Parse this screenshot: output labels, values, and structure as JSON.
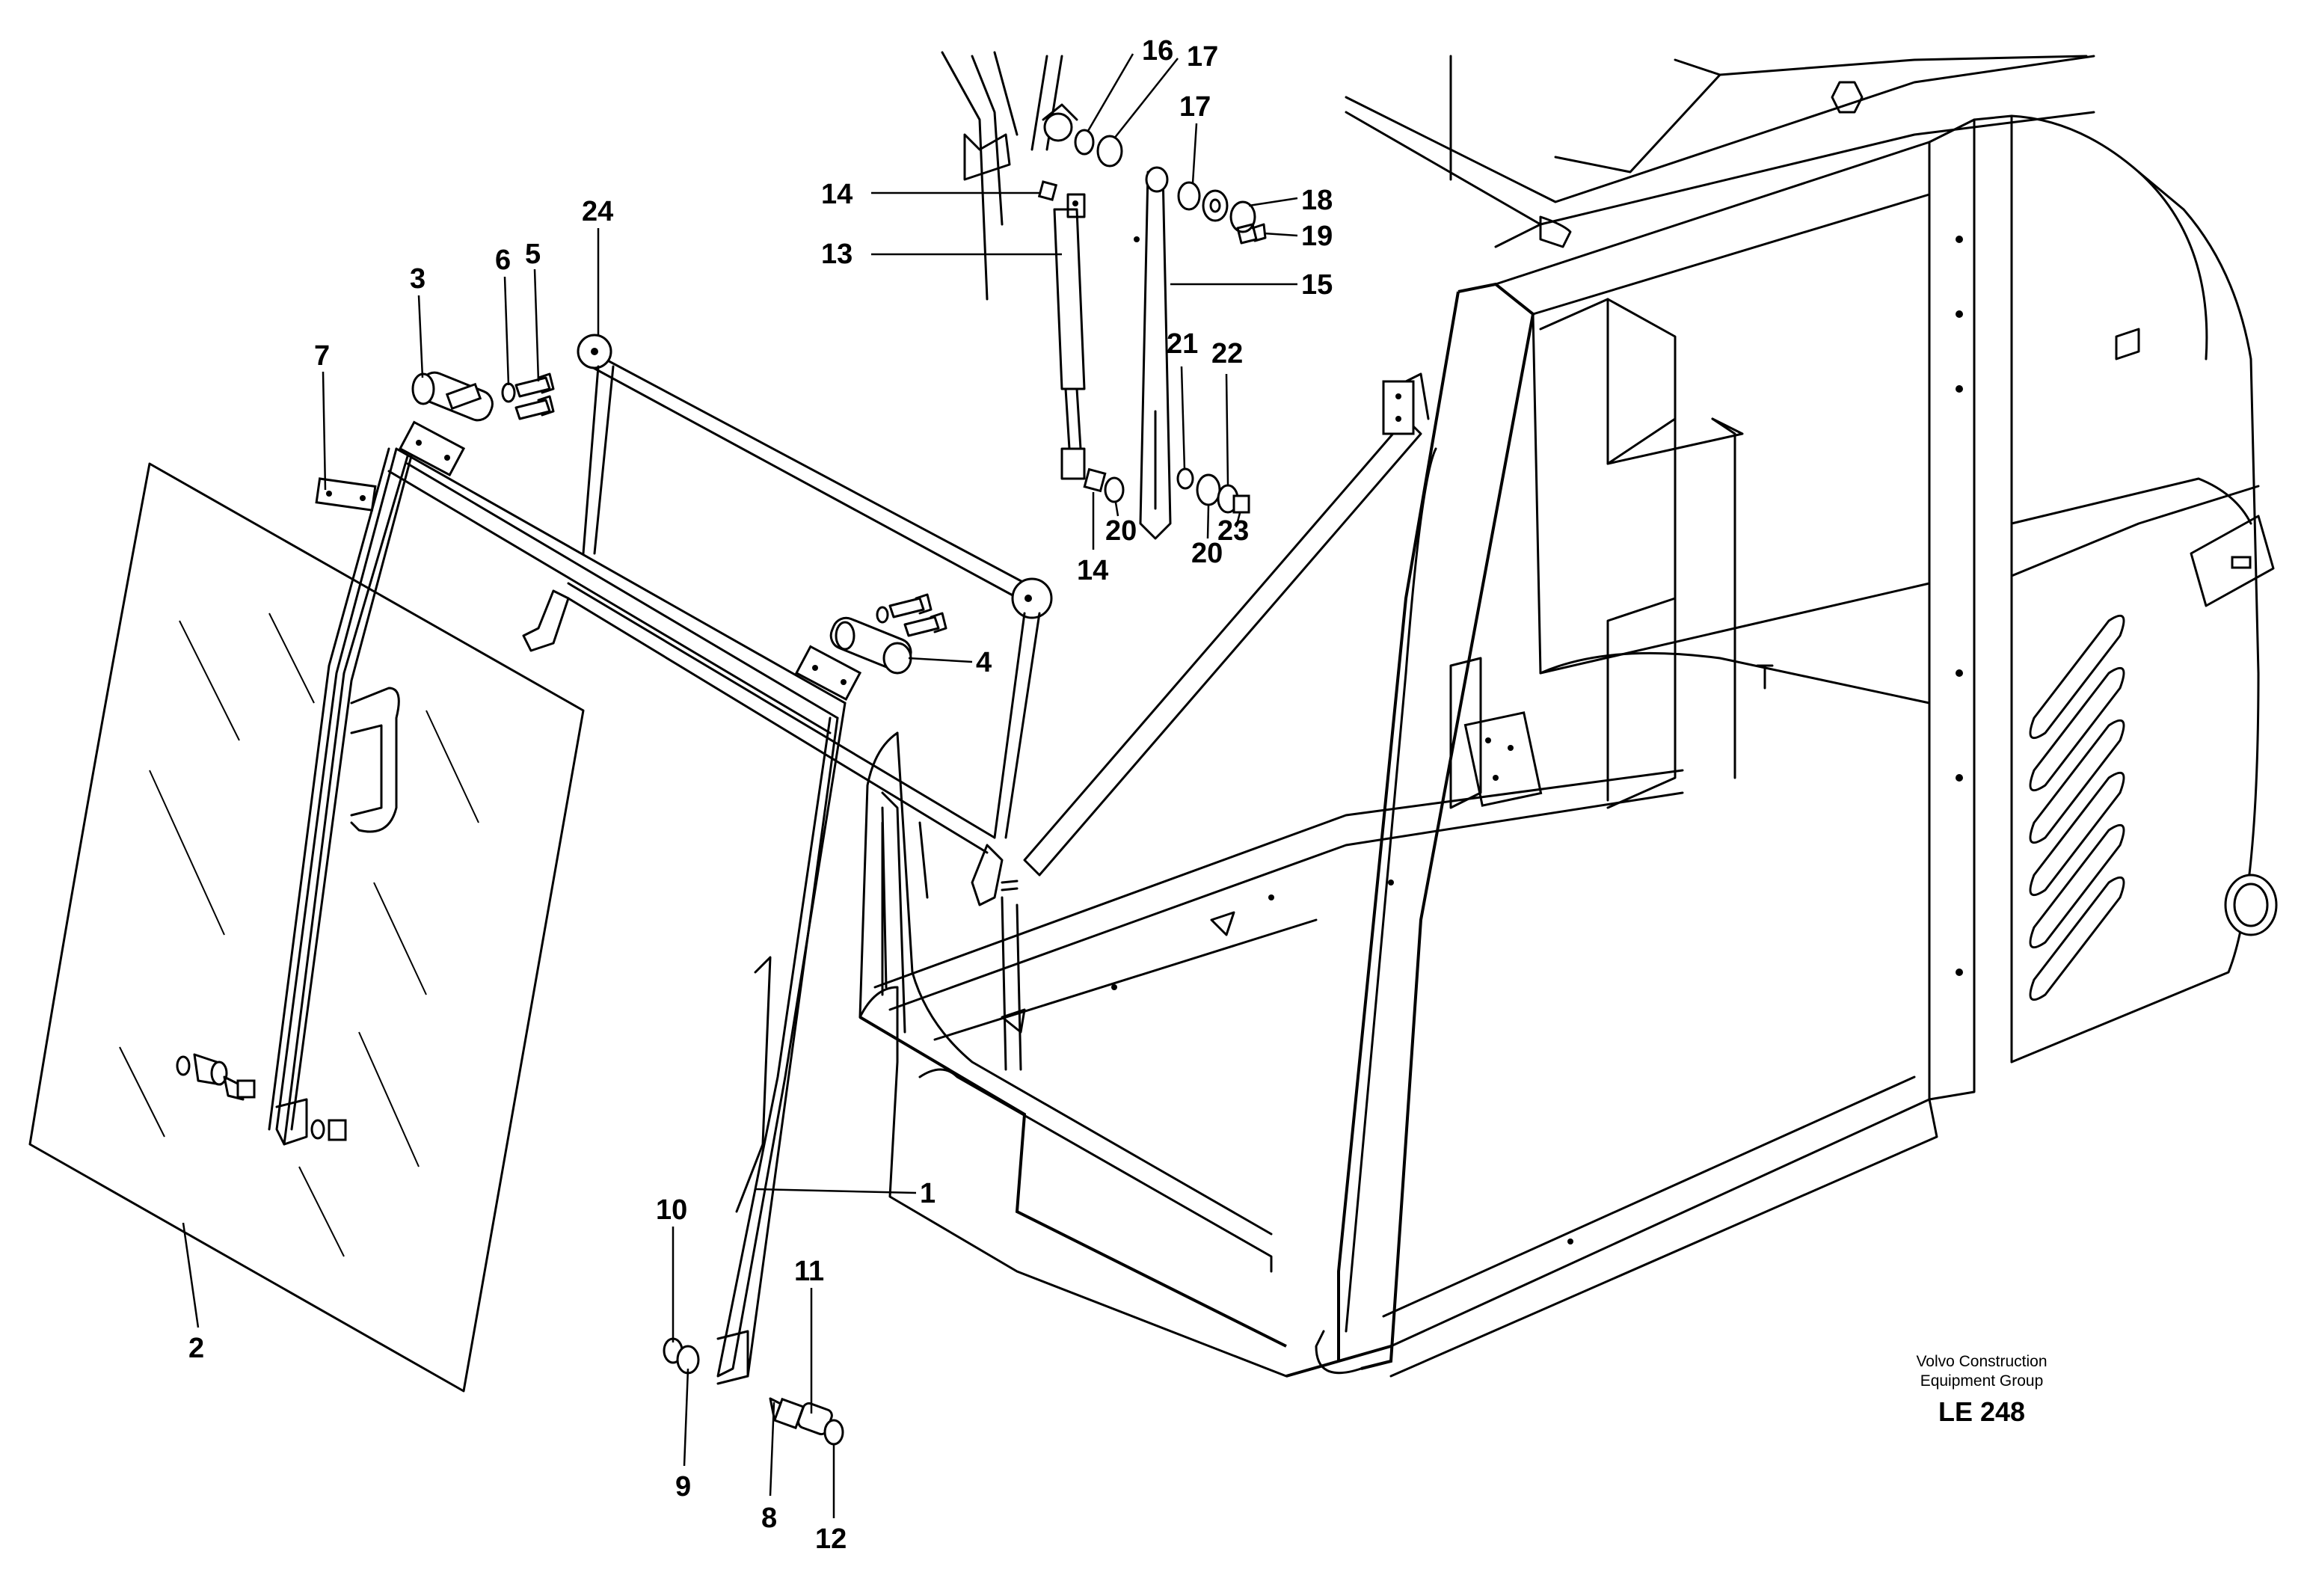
{
  "diagram": {
    "callouts": [
      {
        "id": "c1",
        "label": "1"
      },
      {
        "id": "c2",
        "label": "2"
      },
      {
        "id": "c3",
        "label": "3"
      },
      {
        "id": "c4",
        "label": "4"
      },
      {
        "id": "c5",
        "label": "5"
      },
      {
        "id": "c6",
        "label": "6"
      },
      {
        "id": "c7",
        "label": "7"
      },
      {
        "id": "c8",
        "label": "8"
      },
      {
        "id": "c9",
        "label": "9"
      },
      {
        "id": "c10",
        "label": "10"
      },
      {
        "id": "c11",
        "label": "11"
      },
      {
        "id": "c12",
        "label": "12"
      },
      {
        "id": "c13",
        "label": "13"
      },
      {
        "id": "c14a",
        "label": "14"
      },
      {
        "id": "c14b",
        "label": "14"
      },
      {
        "id": "c15",
        "label": "15"
      },
      {
        "id": "c16",
        "label": "16"
      },
      {
        "id": "c17a",
        "label": "17"
      },
      {
        "id": "c17b",
        "label": "17"
      },
      {
        "id": "c18",
        "label": "18"
      },
      {
        "id": "c19",
        "label": "19"
      },
      {
        "id": "c20a",
        "label": "20"
      },
      {
        "id": "c20b",
        "label": "20"
      },
      {
        "id": "c21",
        "label": "21"
      },
      {
        "id": "c22",
        "label": "22"
      },
      {
        "id": "c23",
        "label": "23"
      },
      {
        "id": "c24",
        "label": "24"
      }
    ],
    "caption": {
      "line1": "Volvo Construction",
      "line2": "Equipment Group",
      "code": "LE 248"
    }
  }
}
